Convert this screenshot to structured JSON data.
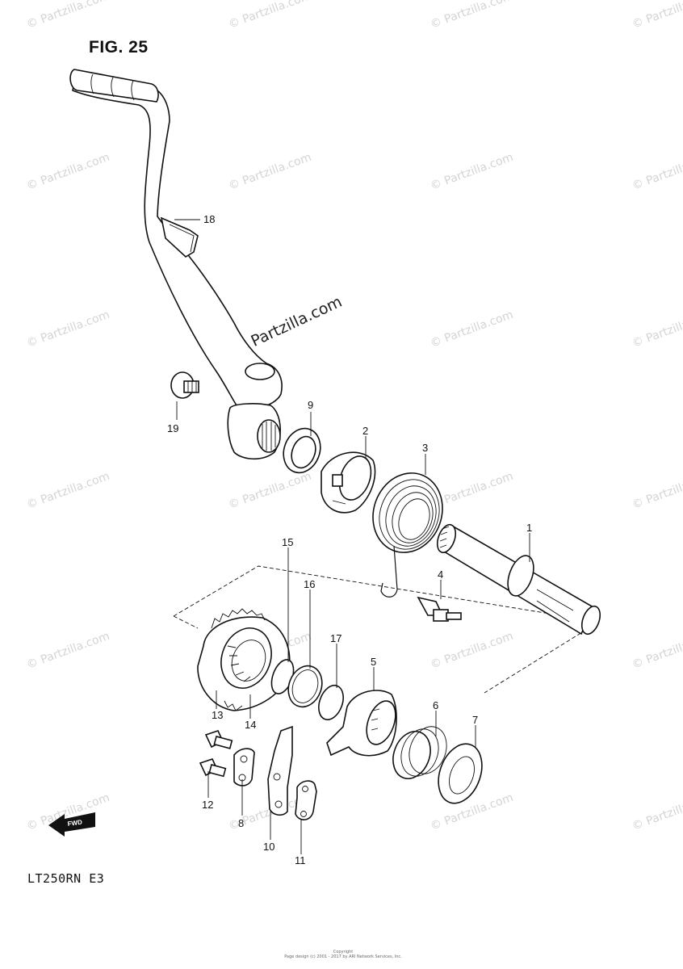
{
  "figure": {
    "title": "FIG. 25",
    "model_code": "LT250RN  E3"
  },
  "watermarks": {
    "text": "© Partzilla.com",
    "center_text": "© Partzilla.com"
  },
  "copyright": {
    "line1": "Copyright",
    "line2": "Page design (c) 2001 - 2017 by ARI Network Services, Inc."
  },
  "badges": {
    "fwd": "FWD"
  },
  "callouts": [
    {
      "number": "1"
    },
    {
      "number": "2"
    },
    {
      "number": "3"
    },
    {
      "number": "4"
    },
    {
      "number": "5"
    },
    {
      "number": "6"
    },
    {
      "number": "7"
    },
    {
      "number": "8"
    },
    {
      "number": "9"
    },
    {
      "number": "10"
    },
    {
      "number": "11"
    },
    {
      "number": "12"
    },
    {
      "number": "13"
    },
    {
      "number": "14"
    },
    {
      "number": "15"
    },
    {
      "number": "16"
    },
    {
      "number": "17"
    },
    {
      "number": "18"
    },
    {
      "number": "19"
    }
  ]
}
